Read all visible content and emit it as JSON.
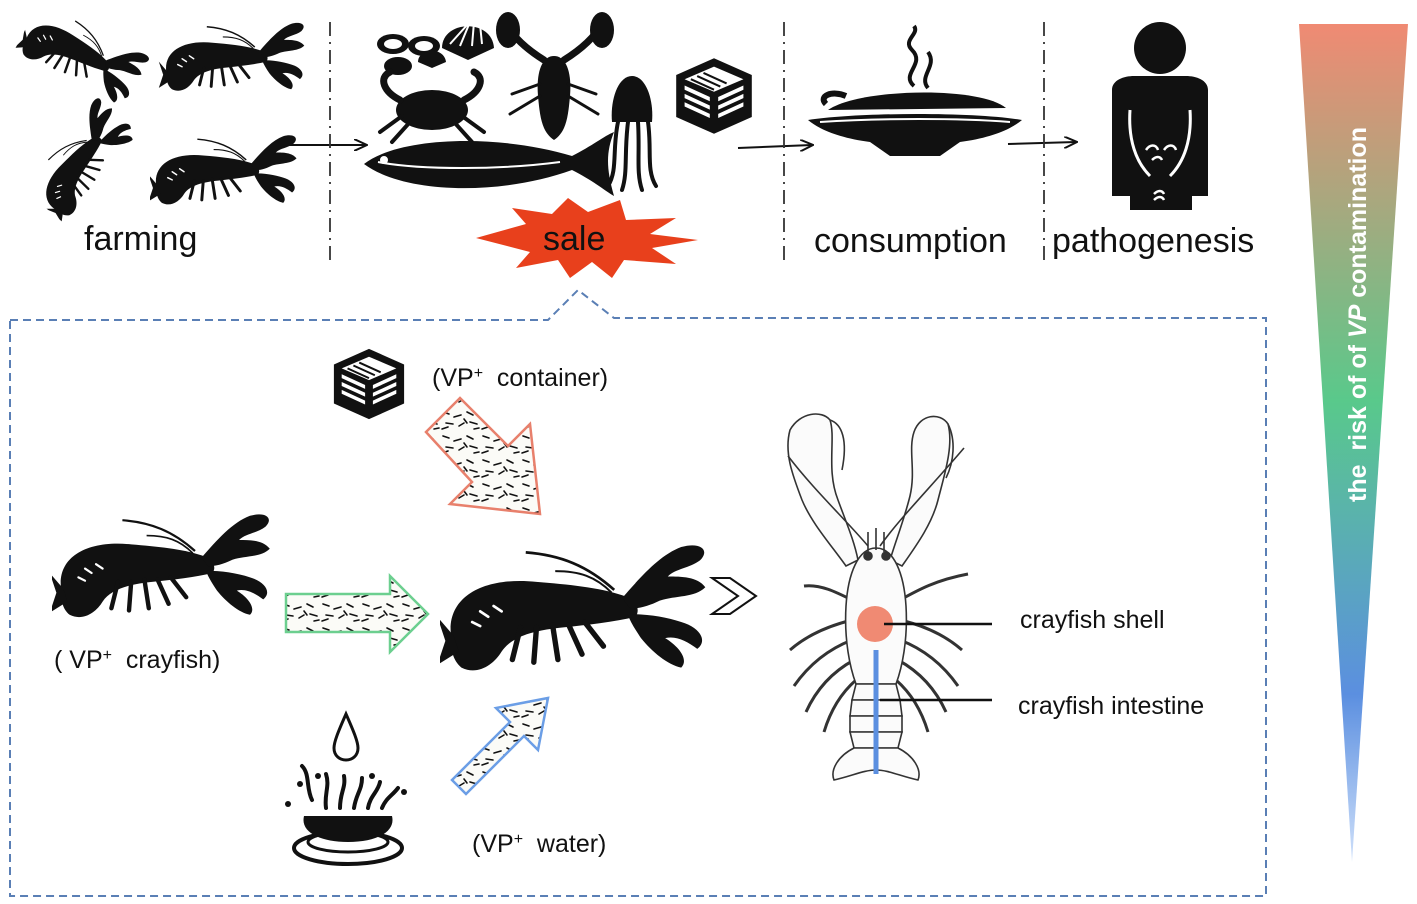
{
  "stages": [
    {
      "id": "farming",
      "label": "farming"
    },
    {
      "id": "sale",
      "label": "sale"
    },
    {
      "id": "consumption",
      "label": "consumption"
    },
    {
      "id": "pathogenesis",
      "label": "pathogenesis"
    }
  ],
  "sources": {
    "container": {
      "prefix": "(VP",
      "sup": "+",
      "suffix": "  container)"
    },
    "crayfish": {
      "prefix": "( VP",
      "sup": "+",
      "suffix": "  crayfish)"
    },
    "water": {
      "prefix": "(VP",
      "sup": "+",
      "suffix": "  water)"
    }
  },
  "anatomy": {
    "shell": "crayfish shell",
    "intestine": "crayfish intestine"
  },
  "risk": {
    "prefix": "the  risk of of ",
    "italic": "VP",
    "suffix": " contamination"
  },
  "colors": {
    "sale_burst": "#e8401c",
    "risk_top": "#f08a73",
    "risk_mid": "#59c98b",
    "risk_bottom": "#5b8fe0",
    "container_arrow": "#e8806c",
    "crayfish_arrow": "#6ccf8f",
    "water_arrow": "#6b9ee6",
    "shell_dot": "#f08a73",
    "intestine_line": "#5b8fe0",
    "dashed_frame": "#5a7fb5"
  }
}
